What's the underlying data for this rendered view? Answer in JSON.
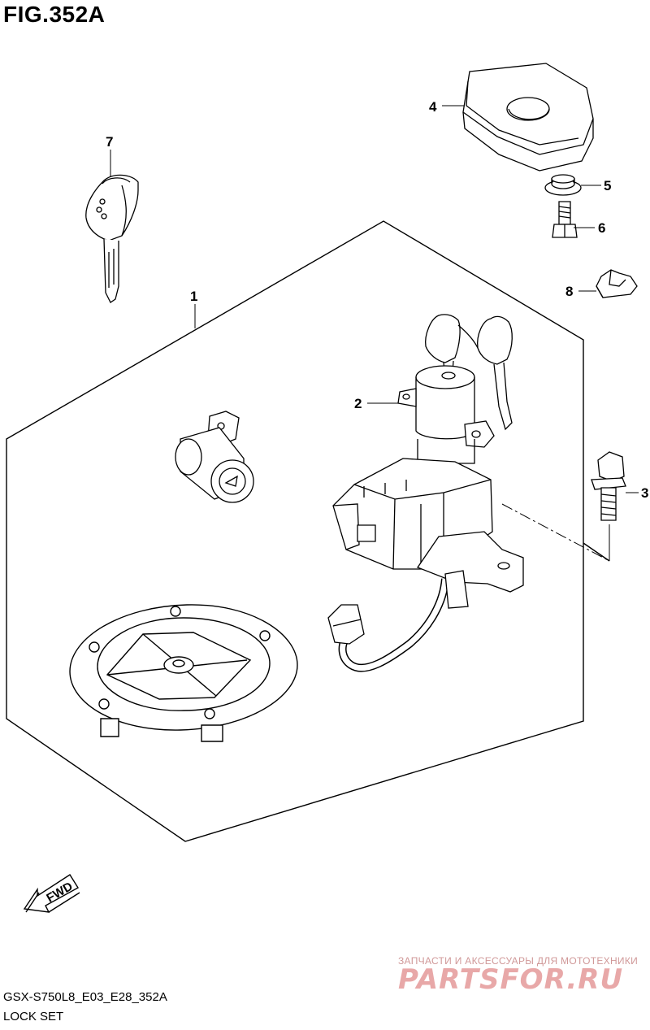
{
  "figure": {
    "title": "FIG.352A",
    "code": "GSX-S750L8_E03_E28_352A",
    "caption": "LOCK SET"
  },
  "callouts": [
    {
      "id": "1",
      "label": "1"
    },
    {
      "id": "2",
      "label": "2"
    },
    {
      "id": "3",
      "label": "3"
    },
    {
      "id": "4",
      "label": "4"
    },
    {
      "id": "5",
      "label": "5"
    },
    {
      "id": "6",
      "label": "6"
    },
    {
      "id": "7",
      "label": "7"
    },
    {
      "id": "8",
      "label": "8"
    }
  ],
  "direction_indicator": {
    "label": "FWD"
  },
  "watermark": {
    "tagline": "ЗАПЧАСТИ И АКСЕССУАРЫ ДЛЯ МОТОТЕХНИКИ",
    "logo": "PARTSFOR.RU"
  }
}
